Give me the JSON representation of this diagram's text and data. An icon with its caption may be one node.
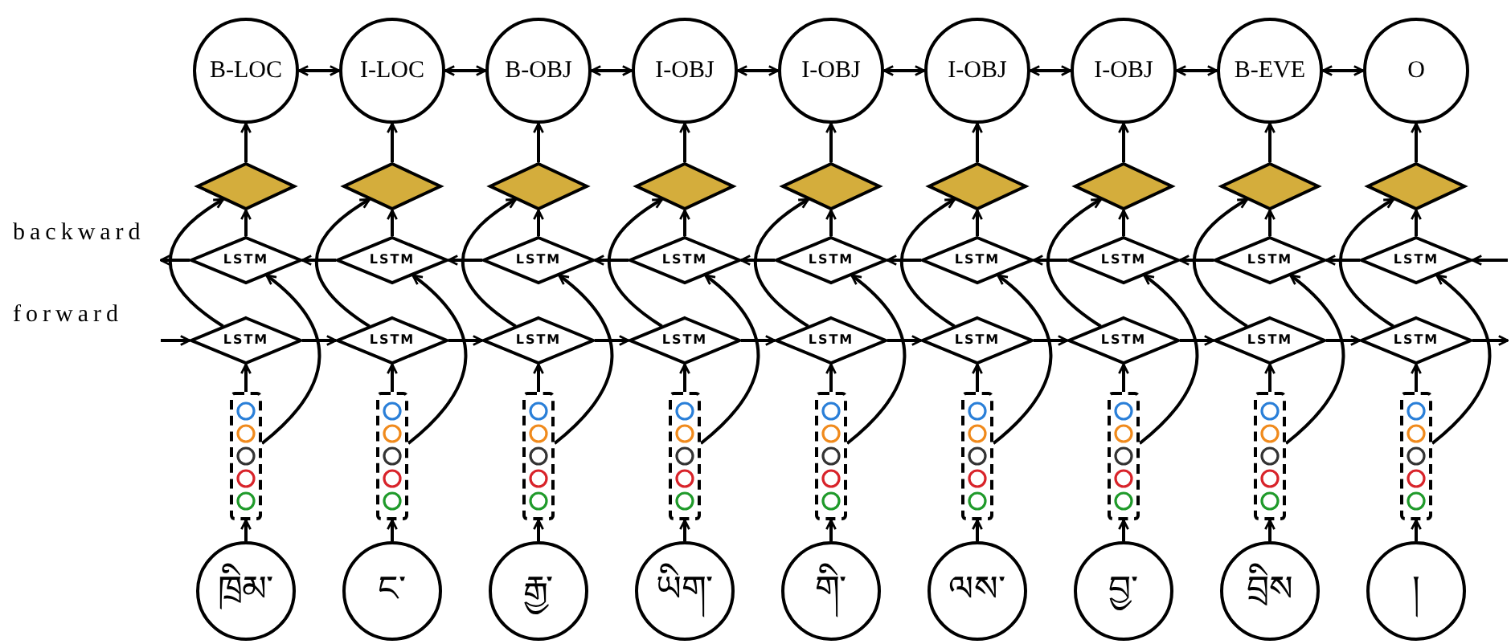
{
  "diagram": {
    "nodes": [
      {
        "text": [
          "B-LOC"
        ]
      },
      {
        "text": [
          "I-LOC"
        ]
      },
      {
        "text": [
          "B-OBJ"
        ]
      },
      {
        "text": [
          "I-OBJ"
        ]
      },
      {
        "text": [
          "I-OBJ"
        ]
      },
      {
        "text": [
          "I-OBJ"
        ]
      },
      {
        "text": [
          "I-OBJ"
        ]
      },
      {
        "text": [
          "B-EVE"
        ]
      },
      {
        "text": [
          "O"
        ]
      },
      {
        "text": [],
        "shape": "diamond"
      },
      {
        "text": [],
        "shape": "diamond"
      },
      {
        "text": [],
        "shape": "diamond"
      },
      {
        "text": [],
        "shape": "diamond"
      },
      {
        "text": [],
        "shape": "diamond"
      },
      {
        "text": [],
        "shape": "diamond"
      },
      {
        "text": [],
        "shape": "diamond"
      },
      {
        "text": [],
        "shape": "diamond"
      },
      {
        "text": [],
        "shape": "diamond"
      },
      {
        "text": [
          "LSTM"
        ]
      },
      {
        "text": [
          "LSTM"
        ]
      },
      {
        "text": [
          "LSTM"
        ]
      },
      {
        "text": [
          "LSTM"
        ]
      },
      {
        "text": [
          "LSTM"
        ]
      },
      {
        "text": [
          "LSTM"
        ]
      },
      {
        "text": [
          "LSTM"
        ]
      },
      {
        "text": [
          "LSTM"
        ]
      },
      {
        "text": [
          "LSTM"
        ]
      },
      {
        "text": [
          "LSTM"
        ]
      },
      {
        "text": [
          "LSTM"
        ]
      },
      {
        "text": [
          "LSTM"
        ]
      },
      {
        "text": [
          "LSTM"
        ]
      },
      {
        "text": [
          "LSTM"
        ]
      },
      {
        "text": [
          "LSTM"
        ]
      },
      {
        "text": [
          "LSTM"
        ]
      },
      {
        "text": [
          "LSTM"
        ]
      },
      {
        "text": [
          "LSTM"
        ]
      },
      {
        "text": [],
        "shape": "box"
      },
      {
        "text": [],
        "shape": "box"
      },
      {
        "text": [],
        "shape": "box"
      },
      {
        "text": [],
        "shape": "box"
      },
      {
        "text": [],
        "shape": "box"
      },
      {
        "text": [],
        "shape": "box"
      },
      {
        "text": [],
        "shape": "box"
      },
      {
        "text": [],
        "shape": "box"
      },
      {
        "text": [],
        "shape": "box"
      },
      {
        "text": [
          "ཁྲིམ་"
        ]
      },
      {
        "text": [
          "ང་"
        ]
      },
      {
        "text": [
          "རྒྱ་"
        ]
      },
      {
        "text": [
          "ཡིག་"
        ]
      },
      {
        "text": [
          "གི་"
        ]
      },
      {
        "text": [
          "ལས་"
        ]
      },
      {
        "text": [
          "བྱ་"
        ]
      },
      {
        "text": [
          "བྲིས"
        ]
      },
      {
        "text": [
          "།"
        ]
      }
    ],
    "edges": [
      {
        "from": null,
        "to": 27,
        "arrow": "to"
      },
      {
        "from": 27,
        "to": 28,
        "arrow": "to"
      },
      {
        "from": 28,
        "to": 29,
        "arrow": "to"
      },
      {
        "from": 29,
        "to": 30,
        "arrow": "to"
      },
      {
        "from": 30,
        "to": 31,
        "arrow": "to"
      },
      {
        "from": 31,
        "to": 32,
        "arrow": "to"
      },
      {
        "from": 32,
        "to": 33,
        "arrow": "to"
      },
      {
        "from": 33,
        "to": 34,
        "arrow": "to"
      },
      {
        "from": 34,
        "to": 35,
        "arrow": "to"
      },
      {
        "from": 35,
        "to": null,
        "arrow": "to"
      },
      {
        "from": null,
        "to": 26,
        "arrow": "to"
      },
      {
        "from": 26,
        "to": 25,
        "arrow": "to"
      },
      {
        "from": 25,
        "to": 24,
        "arrow": "to"
      },
      {
        "from": 24,
        "to": 23,
        "arrow": "to"
      },
      {
        "from": 23,
        "to": 22,
        "arrow": "to"
      },
      {
        "from": 22,
        "to": 21,
        "arrow": "to"
      },
      {
        "from": 21,
        "to": 20,
        "arrow": "to"
      },
      {
        "from": 20,
        "to": 19,
        "arrow": "to"
      },
      {
        "from": 19,
        "to": 18,
        "arrow": "to"
      },
      {
        "from": 18,
        "to": null,
        "arrow": "to"
      },
      {
        "from": 0,
        "to": 1,
        "arrow": "both"
      },
      {
        "from": 1,
        "to": 2,
        "arrow": "both"
      },
      {
        "from": 2,
        "to": 3,
        "arrow": "both"
      },
      {
        "from": 3,
        "to": 4,
        "arrow": "both"
      },
      {
        "from": 4,
        "to": 5,
        "arrow": "both"
      },
      {
        "from": 5,
        "to": 6,
        "arrow": "both"
      },
      {
        "from": 6,
        "to": 7,
        "arrow": "both"
      },
      {
        "from": 7,
        "to": 8,
        "arrow": "both"
      },
      {
        "from": 45,
        "to": 36,
        "arrow": "to"
      },
      {
        "from": 36,
        "to": 27,
        "arrow": "to"
      },
      {
        "from": 36,
        "to": 18,
        "arrow": "to"
      },
      {
        "from": 27,
        "to": 9,
        "arrow": "to"
      },
      {
        "from": 18,
        "to": 9,
        "arrow": "to"
      },
      {
        "from": 9,
        "to": 0,
        "arrow": "to"
      },
      {
        "from": 46,
        "to": 37,
        "arrow": "to"
      },
      {
        "from": 37,
        "to": 28,
        "arrow": "to"
      },
      {
        "from": 37,
        "to": 19,
        "arrow": "to"
      },
      {
        "from": 28,
        "to": 10,
        "arrow": "to"
      },
      {
        "from": 19,
        "to": 10,
        "arrow": "to"
      },
      {
        "from": 10,
        "to": 1,
        "arrow": "to"
      },
      {
        "from": 47,
        "to": 38,
        "arrow": "to"
      },
      {
        "from": 38,
        "to": 29,
        "arrow": "to"
      },
      {
        "from": 38,
        "to": 20,
        "arrow": "to"
      },
      {
        "from": 29,
        "to": 11,
        "arrow": "to"
      },
      {
        "from": 20,
        "to": 11,
        "arrow": "to"
      },
      {
        "from": 11,
        "to": 2,
        "arrow": "to"
      },
      {
        "from": 48,
        "to": 39,
        "arrow": "to"
      },
      {
        "from": 39,
        "to": 30,
        "arrow": "to"
      },
      {
        "from": 39,
        "to": 21,
        "arrow": "to"
      },
      {
        "from": 30,
        "to": 12,
        "arrow": "to"
      },
      {
        "from": 21,
        "to": 12,
        "arrow": "to"
      },
      {
        "from": 12,
        "to": 3,
        "arrow": "to"
      },
      {
        "from": 49,
        "to": 40,
        "arrow": "to"
      },
      {
        "from": 40,
        "to": 31,
        "arrow": "to"
      },
      {
        "from": 40,
        "to": 22,
        "arrow": "to"
      },
      {
        "from": 31,
        "to": 13,
        "arrow": "to"
      },
      {
        "from": 22,
        "to": 13,
        "arrow": "to"
      },
      {
        "from": 13,
        "to": 4,
        "arrow": "to"
      },
      {
        "from": 50,
        "to": 41,
        "arrow": "to"
      },
      {
        "from": 41,
        "to": 32,
        "arrow": "to"
      },
      {
        "from": 41,
        "to": 23,
        "arrow": "to"
      },
      {
        "from": 32,
        "to": 14,
        "arrow": "to"
      },
      {
        "from": 23,
        "to": 14,
        "arrow": "to"
      },
      {
        "from": 14,
        "to": 5,
        "arrow": "to"
      },
      {
        "from": 51,
        "to": 42,
        "arrow": "to"
      },
      {
        "from": 42,
        "to": 33,
        "arrow": "to"
      },
      {
        "from": 42,
        "to": 24,
        "arrow": "to"
      },
      {
        "from": 33,
        "to": 15,
        "arrow": "to"
      },
      {
        "from": 24,
        "to": 15,
        "arrow": "to"
      },
      {
        "from": 15,
        "to": 6,
        "arrow": "to"
      },
      {
        "from": 52,
        "to": 43,
        "arrow": "to"
      },
      {
        "from": 43,
        "to": 34,
        "arrow": "to"
      },
      {
        "from": 43,
        "to": 25,
        "arrow": "to"
      },
      {
        "from": 34,
        "to": 16,
        "arrow": "to"
      },
      {
        "from": 25,
        "to": 16,
        "arrow": "to"
      },
      {
        "from": 16,
        "to": 7,
        "arrow": "to"
      },
      {
        "from": 53,
        "to": 44,
        "arrow": "to"
      },
      {
        "from": 44,
        "to": 35,
        "arrow": "to"
      },
      {
        "from": 44,
        "to": 26,
        "arrow": "to"
      },
      {
        "from": 35,
        "to": 17,
        "arrow": "to"
      },
      {
        "from": 26,
        "to": 17,
        "arrow": "to"
      },
      {
        "from": 17,
        "to": 8,
        "arrow": "to"
      }
    ],
    "labels": [
      "backward",
      "forward"
    ]
  }
}
